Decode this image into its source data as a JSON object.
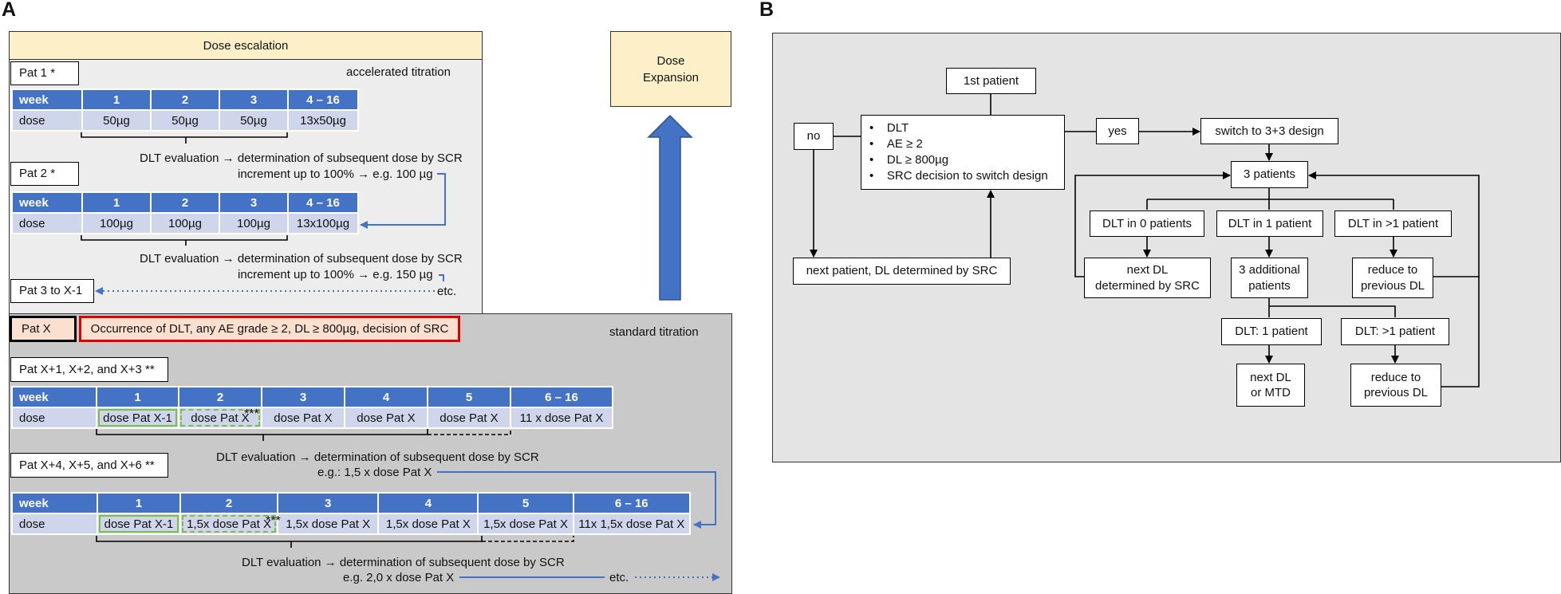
{
  "panel_a": {
    "letter": "A",
    "header": "Dose escalation",
    "accelerated_label": "accelerated titration",
    "standard_label": "standard titration",
    "dose_expansion": [
      "Dose",
      "Expansion"
    ],
    "pat1": {
      "label": "Pat 1 *",
      "weeks": [
        "week",
        "1",
        "2",
        "3",
        "4 – 16"
      ],
      "doses": [
        "dose",
        "50µg",
        "50µg",
        "50µg",
        "13x50µg"
      ],
      "eval1": "DLT evaluation → determination of subsequent dose by SCR",
      "eval2": "increment up to 100% → e.g. 100 µg"
    },
    "pat2": {
      "label": "Pat 2 *",
      "weeks": [
        "week",
        "1",
        "2",
        "3",
        "4 – 16"
      ],
      "doses": [
        "dose",
        "100µg",
        "100µg",
        "100µg",
        "13x100µg"
      ],
      "eval1": "DLT evaluation → determination of subsequent dose by SCR",
      "eval2": "increment up to 100% → e.g. 150 µg"
    },
    "pat3": {
      "label": "Pat 3 to X-1",
      "etc": "etc."
    },
    "patx": {
      "label": "Pat X",
      "occurrence": "Occurrence of DLT, any AE grade ≥ 2, DL ≥ 800µg, decision of SRC"
    },
    "patx1": {
      "label": "Pat X+1, X+2, and X+3 **",
      "weeks": [
        "week",
        "1",
        "2",
        "3",
        "4",
        "5",
        "6 – 16"
      ],
      "doses": [
        "dose",
        "dose Pat X-1",
        "dose Pat X",
        "dose Pat X",
        "dose Pat X",
        "dose Pat X",
        "11 x dose Pat X"
      ],
      "stars": "***",
      "eval1": "DLT evaluation → determination of subsequent dose by SCR",
      "eval2": "e.g.: 1,5 x dose Pat X"
    },
    "patx4": {
      "label": "Pat X+4, X+5, and X+6 **",
      "weeks": [
        "week",
        "1",
        "2",
        "3",
        "4",
        "5",
        "6 – 16"
      ],
      "doses": [
        "dose",
        "dose Pat X-1",
        "1,5x dose Pat X",
        "1,5x dose Pat X",
        "1,5x dose Pat X",
        "1,5x dose Pat X",
        "11x 1,5x dose Pat X"
      ],
      "stars": "***",
      "eval1": "DLT evaluation → determination of subsequent dose by SCR",
      "eval2": "e.g. 2,0 x dose Pat X",
      "etc": "etc."
    }
  },
  "panel_b": {
    "letter": "B",
    "first_patient": "1st patient",
    "no": "no",
    "yes": "yes",
    "criteria": [
      "DLT",
      "AE ≥ 2",
      "DL ≥ 800µg",
      "SRC decision to switch design"
    ],
    "switch": "switch to 3+3 design",
    "next_patient": "next patient, DL determined by SRC",
    "three_patients": "3 patients",
    "dlt0": "DLT in 0 patients",
    "dlt1": "DLT in 1 patient",
    "dltgt1": "DLT in >1 patient",
    "next_dl_src": [
      "next DL",
      "determined by SRC"
    ],
    "three_additional": [
      "3 additional",
      "patients"
    ],
    "reduce1": [
      "reduce to",
      "previous DL"
    ],
    "dlt_1p": "DLT: 1 patient",
    "dlt_gt1p": "DLT: >1 patient",
    "next_dl_mtd": [
      "next DL",
      "or MTD"
    ],
    "reduce2": [
      "reduce to",
      "previous DL"
    ]
  }
}
